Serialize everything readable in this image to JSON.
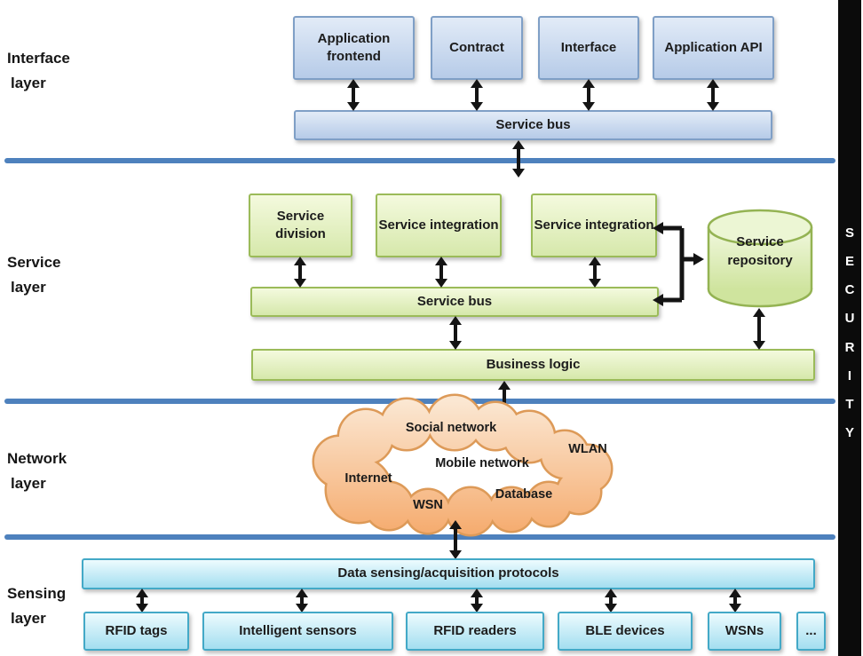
{
  "colors": {
    "divider_blue": "#4e81bd",
    "interface_box_border": "#7f9fc6",
    "interface_box_fill": "#b6cbe8",
    "service_box_border": "#9bbb59",
    "service_box_fill": "#d6e8ab",
    "sensing_box_border": "#43a9c7",
    "sensing_box_fill": "#a3def0",
    "cloud_fill": "#f7bb85",
    "cloud_border": "#dd9a58",
    "security_bar_bg": "#0b0b0b",
    "security_text": "#ffffff",
    "arrow_color": "#141414"
  },
  "layer_labels": [
    {
      "line1": "Interface",
      "line2": "layer"
    },
    {
      "line1": "Service",
      "line2": "layer"
    },
    {
      "line1": "Network",
      "line2": "layer"
    },
    {
      "line1": "Sensing",
      "line2": "layer"
    }
  ],
  "interface_layer": {
    "boxes": [
      {
        "label": "Application frontend"
      },
      {
        "label": "Contract"
      },
      {
        "label": "Interface"
      },
      {
        "label": "Application API"
      }
    ],
    "service_bus_label": "Service bus"
  },
  "service_layer": {
    "boxes": [
      {
        "label": "Service division"
      },
      {
        "label": "Service integration"
      },
      {
        "label": "Service integration"
      }
    ],
    "service_bus_label": "Service bus",
    "business_logic_label": "Business logic",
    "repository_label": "Service repository"
  },
  "network_layer": {
    "cloud_labels": [
      {
        "text": "Social network"
      },
      {
        "text": "WLAN"
      },
      {
        "text": "Mobile network"
      },
      {
        "text": "Internet"
      },
      {
        "text": "Database"
      },
      {
        "text": "WSN"
      }
    ]
  },
  "sensing_layer": {
    "protocol_bar_label": "Data sensing/acquisition protocols",
    "devices": [
      {
        "label": "RFID tags"
      },
      {
        "label": "Intelligent sensors"
      },
      {
        "label": "RFID readers"
      },
      {
        "label": "BLE devices"
      },
      {
        "label": "WSNs"
      },
      {
        "label": "..."
      }
    ]
  },
  "security": {
    "label": "SECURITY",
    "letters": [
      "S",
      "E",
      "C",
      "U",
      "R",
      "I",
      "T",
      "Y"
    ]
  }
}
